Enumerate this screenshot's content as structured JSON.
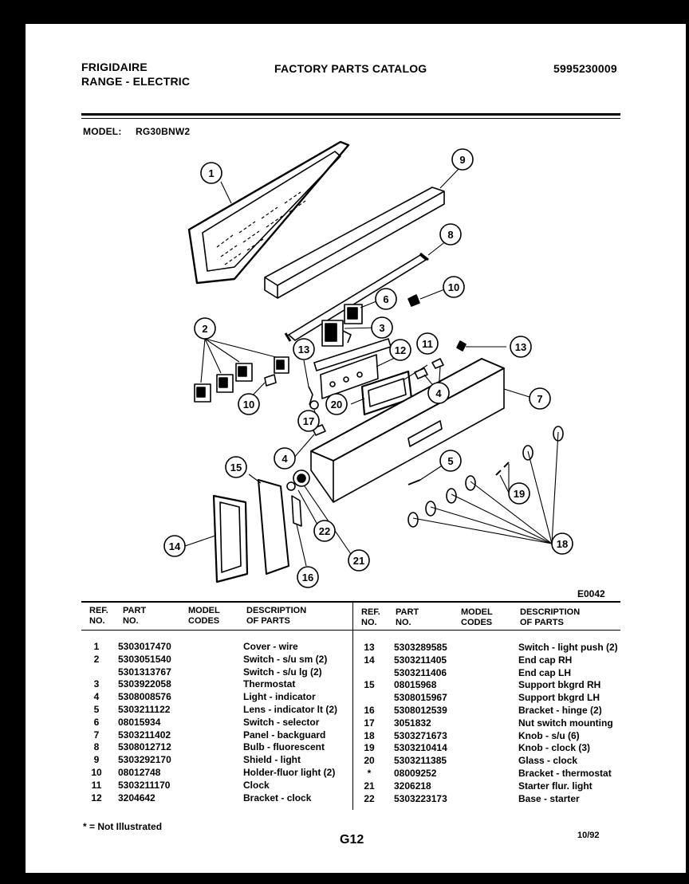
{
  "header": {
    "brand": "FRIGIDAIRE",
    "product": "RANGE - ELECTRIC",
    "catalog_title": "FACTORY PARTS CATALOG",
    "catalog_number": "5995230009",
    "model_label": "MODEL:",
    "model_value": "RG30BNW2"
  },
  "diagram": {
    "code": "E0042",
    "callouts": [
      "1",
      "2",
      "3",
      "4",
      "5",
      "6",
      "7",
      "8",
      "9",
      "10",
      "11",
      "12",
      "13",
      "14",
      "15",
      "16",
      "17",
      "18",
      "19",
      "20",
      "21",
      "22"
    ]
  },
  "table": {
    "headers": {
      "ref": "REF.",
      "no": "NO.",
      "part": "PART",
      "part_no": "NO.",
      "model": "MODEL",
      "codes": "CODES",
      "desc": "DESCRIPTION",
      "of_parts": "OF PARTS"
    },
    "left_rows": [
      {
        "ref": "1",
        "part": "5303017470",
        "desc": "Cover - wire"
      },
      {
        "ref": "2",
        "part": "5303051540",
        "desc": "Switch - s/u sm (2)"
      },
      {
        "ref": "",
        "part": "5301313767",
        "desc": "Switch - s/u lg  (2)"
      },
      {
        "ref": "3",
        "part": "5303922058",
        "desc": "Thermostat"
      },
      {
        "ref": "4",
        "part": "5308008576",
        "desc": "Light - indicator"
      },
      {
        "ref": "5",
        "part": "5303211122",
        "desc": "Lens - indicator lt (2)"
      },
      {
        "ref": "6",
        "part": "08015934",
        "desc": "Switch - selector"
      },
      {
        "ref": "7",
        "part": "5303211402",
        "desc": "Panel - backguard"
      },
      {
        "ref": "8",
        "part": "5308012712",
        "desc": "Bulb - fluorescent"
      },
      {
        "ref": "9",
        "part": "5303292170",
        "desc": "Shield - light"
      },
      {
        "ref": "10",
        "part": "08012748",
        "desc": "Holder-fluor light (2)"
      },
      {
        "ref": "11",
        "part": "5303211170",
        "desc": "Clock"
      },
      {
        "ref": "12",
        "part": "3204642",
        "desc": "Bracket - clock"
      }
    ],
    "right_rows": [
      {
        "ref": "13",
        "part": "5303289585",
        "desc": "Switch - light push (2)"
      },
      {
        "ref": "14",
        "part": "5303211405",
        "desc": "End cap RH"
      },
      {
        "ref": "",
        "part": "5303211406",
        "desc": "End cap LH"
      },
      {
        "ref": "15",
        "part": "08015968",
        "desc": "Support bkgrd RH"
      },
      {
        "ref": "",
        "part": "5308015967",
        "desc": "Support bkgrd LH"
      },
      {
        "ref": "16",
        "part": "5308012539",
        "desc": "Bracket - hinge (2)"
      },
      {
        "ref": "17",
        "part": "3051832",
        "desc": "Nut switch mounting"
      },
      {
        "ref": "18",
        "part": "5303271673",
        "desc": "Knob - s/u (6)"
      },
      {
        "ref": "19",
        "part": "5303210414",
        "desc": "Knob - clock (3)"
      },
      {
        "ref": "20",
        "part": "5303211385",
        "desc": "Glass - clock"
      },
      {
        "ref": "*",
        "part": "08009252",
        "desc": "Bracket - thermostat"
      },
      {
        "ref": "21",
        "part": "3206218",
        "desc": "Starter flur. light"
      },
      {
        "ref": "22",
        "part": "5303223173",
        "desc": "Base - starter"
      }
    ]
  },
  "footer": {
    "note": "* = Not Illustrated",
    "page": "G12",
    "date": "10/92"
  }
}
